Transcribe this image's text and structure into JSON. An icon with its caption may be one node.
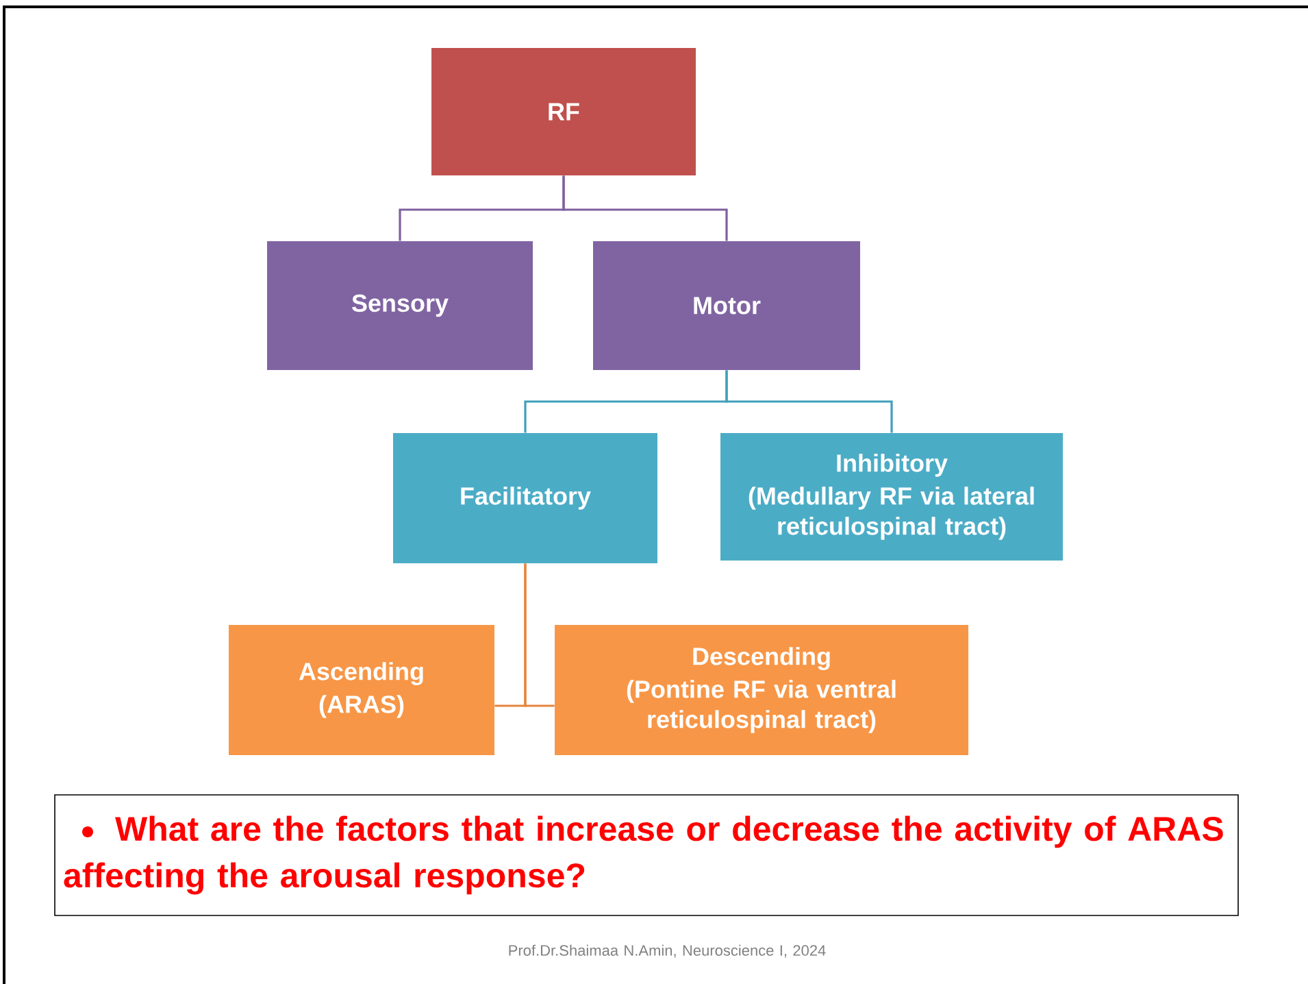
{
  "diagram": {
    "nodes": [
      {
        "text": [
          "RF"
        ]
      },
      {
        "text": [
          "Sensory"
        ]
      },
      {
        "text": [
          "Motor"
        ]
      },
      {
        "text": [
          "Facilitatory"
        ]
      },
      {
        "text": [
          "Inhibitory",
          "(Medullary RF via lateral reticulospinal tract)"
        ]
      },
      {
        "text": [
          "Ascending",
          "(ARAS)"
        ]
      },
      {
        "text": [
          "Descending",
          "(Pontine RF via ventral reticulospinal tract)"
        ]
      },
      {
        "text": [
          "What are the factors that increase or decrease the activity of ARAS affecting the arousal response?"
        ]
      }
    ],
    "edges": [
      {
        "from": 0,
        "to": 1,
        "arrow": "none",
        "color": "#7f5f9f"
      },
      {
        "from": 0,
        "to": 2,
        "arrow": "none",
        "color": "#7f5f9f"
      },
      {
        "from": 2,
        "to": 3,
        "arrow": "none",
        "color": "#3f9fba"
      },
      {
        "from": 2,
        "to": 4,
        "arrow": "none",
        "color": "#3f9fba"
      },
      {
        "from": 3,
        "to": 5,
        "arrow": "none",
        "color": "#e5853c"
      },
      {
        "from": 3,
        "to": 6,
        "arrow": "none",
        "color": "#e5853c"
      }
    ],
    "labels": [
      "Prof.Dr.Shaimaa N.Amin, Neuroscience I, 2024"
    ]
  }
}
